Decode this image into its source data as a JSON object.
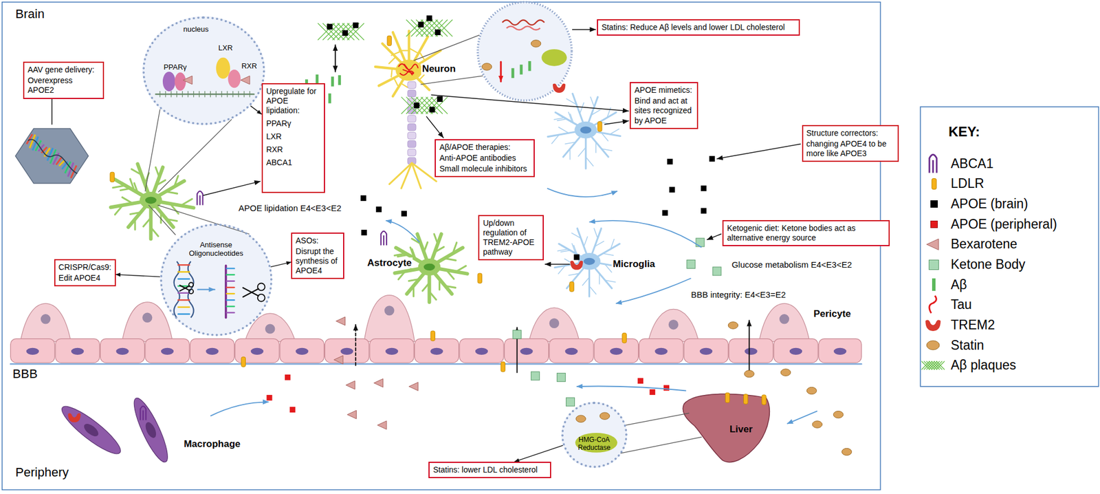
{
  "diagram": {
    "nodes": [
      {
        "text": [
          "nucleus",
          "PPARγ",
          "LXR",
          "RXR"
        ]
      },
      {
        "text": [
          "Statins: Reduce Aβ levels and lower LDL cholesterol"
        ]
      },
      {
        "text": [
          "AAV gene delivery:",
          "Overexpress APOE2"
        ]
      },
      {
        "text": [
          "APOE mimetics:",
          "Bind and act at sites recognized by APOE"
        ]
      },
      {
        "text": [
          "Upregulate for APOE lipidation:",
          "PPARγ",
          "LXR",
          "RXR",
          "ABCA1"
        ]
      },
      {
        "text": [
          "Structure correctors:",
          "changing APOE4 to be more like APOE3"
        ]
      },
      {
        "text": [
          "Aβ/APOE therapies:",
          "Anti-APOE antibodies",
          "Small molecule inhibitors"
        ]
      },
      {
        "text": [
          "Up/down regulation of TREM2-APOE pathway"
        ]
      },
      {
        "text": [
          "Ketogenic diet: Ketone bodies act as alternative energy source"
        ]
      },
      {
        "text": [
          "Antisense Oligonucleotides"
        ]
      },
      {
        "text": [
          "ASOs:",
          "Disrupt the synthesis of APOE4"
        ]
      },
      {
        "text": [
          "CRISPR/Cas9:",
          "Edit APOE4"
        ]
      },
      {
        "text": [
          "HMG-CoA Reductase"
        ]
      },
      {
        "text": [
          "Statins: lower LDL cholesterol"
        ]
      }
    ],
    "edges": [
      {
        "from": 0,
        "to": 4,
        "arrow": "to"
      },
      {
        "from": 9,
        "to": 10,
        "arrow": "to"
      },
      {
        "from": 9,
        "to": 11,
        "arrow": "to"
      },
      {
        "from": 12,
        "to": 13,
        "arrow": "to"
      }
    ],
    "labels": [
      "Brain",
      "Neuron",
      "APOE lipidation E4<E3<E2",
      "Astrocyte",
      "Microglia",
      "Glucose metabolism E4<E3<E2",
      "BBB integrity: E4<E3=E2",
      "Pericyte",
      "BBB",
      "Liver",
      "Macrophage",
      "Periphery",
      "KEY:"
    ],
    "legend": [
      {
        "text": "ABCA1"
      },
      {
        "text": "LDLR",
        "color": "#f5b21b"
      },
      {
        "text": "APOE (brain)",
        "color": "#000000"
      },
      {
        "text": "APOE (peripheral)",
        "color": "#e31a1c"
      },
      {
        "text": "Bexarotene"
      },
      {
        "text": "Ketone Body",
        "color": "#a8d8b4"
      },
      {
        "text": "Aβ",
        "color": "#5cb85c"
      },
      {
        "text": "Tau"
      },
      {
        "text": "TREM2"
      },
      {
        "text": "Statin"
      },
      {
        "text": "Aβ plaques"
      }
    ]
  }
}
